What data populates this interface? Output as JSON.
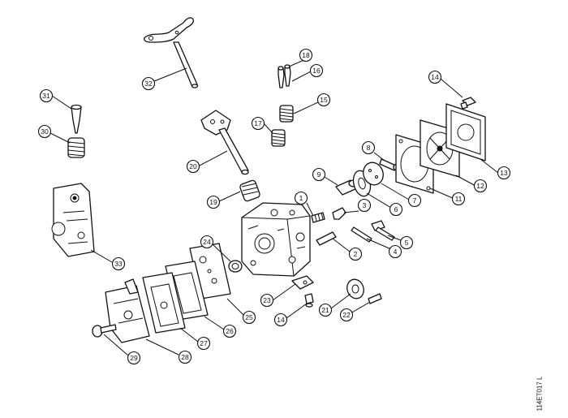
{
  "diagram": {
    "reference_code": "114ET017 L",
    "callouts": [
      {
        "id": "c1",
        "label": "1"
      },
      {
        "id": "c2",
        "label": "2"
      },
      {
        "id": "c3",
        "label": "3"
      },
      {
        "id": "c4",
        "label": "4"
      },
      {
        "id": "c5",
        "label": "5"
      },
      {
        "id": "c6",
        "label": "6"
      },
      {
        "id": "c7",
        "label": "7"
      },
      {
        "id": "c8",
        "label": "8"
      },
      {
        "id": "c9",
        "label": "9"
      },
      {
        "id": "c11",
        "label": "11"
      },
      {
        "id": "c12",
        "label": "12"
      },
      {
        "id": "c13",
        "label": "13"
      },
      {
        "id": "c14a",
        "label": "14"
      },
      {
        "id": "c14b",
        "label": "14"
      },
      {
        "id": "c15",
        "label": "15"
      },
      {
        "id": "c16",
        "label": "16"
      },
      {
        "id": "c17",
        "label": "17"
      },
      {
        "id": "c18",
        "label": "18"
      },
      {
        "id": "c19",
        "label": "19"
      },
      {
        "id": "c20",
        "label": "20"
      },
      {
        "id": "c21",
        "label": "21"
      },
      {
        "id": "c22",
        "label": "22"
      },
      {
        "id": "c23",
        "label": "23"
      },
      {
        "id": "c24",
        "label": "24"
      },
      {
        "id": "c25",
        "label": "25"
      },
      {
        "id": "c26",
        "label": "26"
      },
      {
        "id": "c27",
        "label": "27"
      },
      {
        "id": "c28",
        "label": "28"
      },
      {
        "id": "c29",
        "label": "29"
      },
      {
        "id": "c30",
        "label": "30"
      },
      {
        "id": "c31",
        "label": "31"
      },
      {
        "id": "c32",
        "label": "32"
      },
      {
        "id": "c33",
        "label": "33"
      }
    ]
  }
}
